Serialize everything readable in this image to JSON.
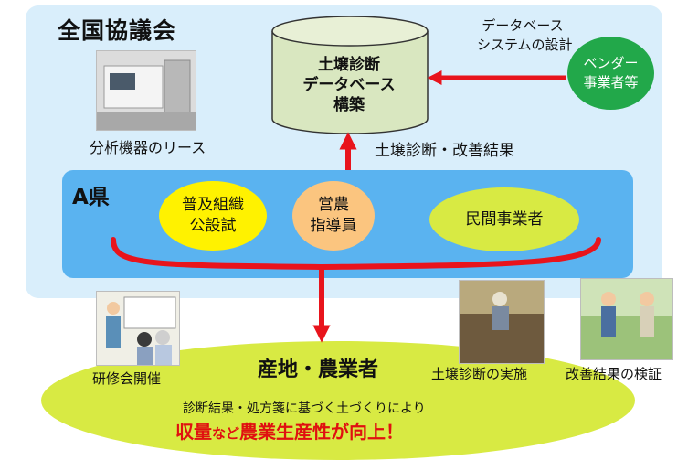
{
  "national": {
    "title": "全国協議会",
    "lease_label": "分析機器のリース"
  },
  "database": {
    "lines": [
      "土壌診断",
      "データベース",
      "構築"
    ]
  },
  "vendor": {
    "lines": [
      "ベンダー",
      "事業者等"
    ]
  },
  "system_design": {
    "lines": [
      "データベース",
      "システムの設計"
    ]
  },
  "result_flow": {
    "label": "土壌診断・改善結果"
  },
  "prefecture": {
    "title": "A県",
    "org1": {
      "lines": [
        "普及組織",
        "公設試"
      ]
    },
    "org2": {
      "lines": [
        "営農",
        "指導員"
      ]
    },
    "org3": {
      "lines": [
        "民間事業者"
      ]
    }
  },
  "farmers": {
    "title": "産地・農業者",
    "subtitle": "診断結果・処方箋に基づく土づくりにより",
    "result_parts": [
      "収量",
      "など",
      "農業生産性が向上！"
    ]
  },
  "photos": {
    "workshop": "研修会開催",
    "diagnosis": "土壌診断の実施",
    "verification": "改善結果の検証"
  },
  "colors": {
    "national_bg": "#d9eefb",
    "prefecture_bg": "#5ab3f0",
    "farmers_bg": "#d8ea43",
    "arrow": "#e8141c",
    "vendor": "#22a84a",
    "org_yellow": "#fff200",
    "org_orange": "#fbc57f",
    "org_green": "#d8ea43",
    "database_fill": "#d9e7c0"
  }
}
